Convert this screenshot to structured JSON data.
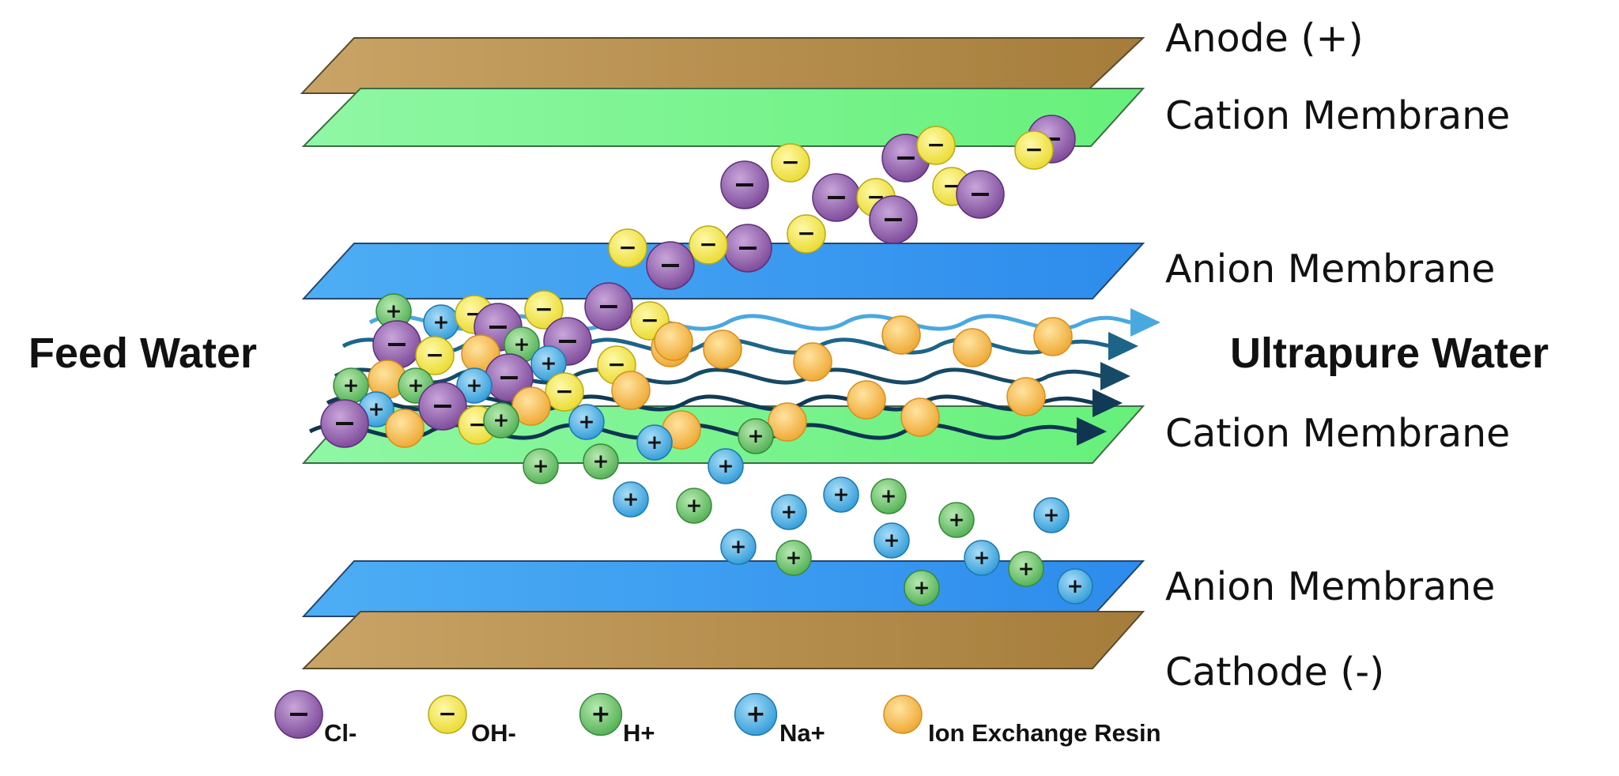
{
  "labels": {
    "feed_water": "Feed Water",
    "ultrapure_water": "Ultrapure Water",
    "layers": {
      "anode": "Anode (+)",
      "cation_membrane_top": "Cation Membrane",
      "anion_membrane_middle": "Anion Membrane",
      "cation_membrane_middle": "Cation Membrane",
      "anion_membrane_bottom": "Anion Membrane",
      "cathode": "Cathode (-)"
    }
  },
  "legend": {
    "chloride": "Cl-",
    "hydroxide": "OH-",
    "hydrogen": "H+",
    "sodium": "Na+",
    "resin": "Ion Exchange Resin"
  },
  "signs": {
    "negative": "−",
    "positive": "+"
  },
  "colors": {
    "electrode": "#B8924F",
    "cation_membrane": "#7CF58C",
    "anion_membrane": "#3A9BF0",
    "chloride": "#8E5BA8",
    "hydroxide": "#F2E64A",
    "hydrogen": "#6CC26A",
    "sodium": "#4FB4E8",
    "resin": "#F2B13A",
    "flow_dark": "#164A66",
    "flow_light": "#4AA8E0"
  }
}
